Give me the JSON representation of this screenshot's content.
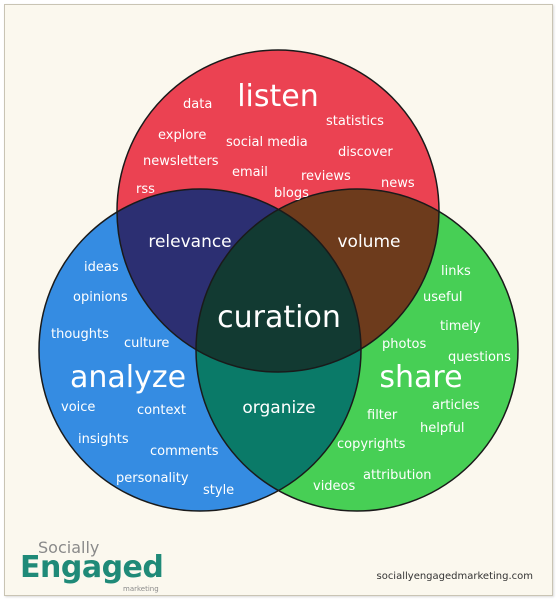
{
  "diagram": {
    "circles": {
      "listen": {
        "label": "listen",
        "color": "#e8283c",
        "words": [
          "data",
          "explore",
          "social media",
          "statistics",
          "discover",
          "newsletters",
          "email",
          "reviews",
          "rss",
          "blogs",
          "news"
        ]
      },
      "analyze": {
        "label": "analyze",
        "color": "#1f80e0",
        "words": [
          "ideas",
          "opinions",
          "thoughts",
          "culture",
          "voice",
          "context",
          "insights",
          "comments",
          "personality",
          "style"
        ]
      },
      "share": {
        "label": "share",
        "color": "#2ec840",
        "words": [
          "links",
          "useful",
          "timely",
          "photos",
          "questions",
          "articles",
          "filter",
          "helpful",
          "copyrights",
          "attribution",
          "videos"
        ]
      }
    },
    "overlaps": {
      "listen_analyze": "relevance",
      "listen_share": "volume",
      "analyze_share": "organize",
      "center": "curation"
    }
  },
  "footer": {
    "logo_top": "Socially",
    "logo_main": "Engaged",
    "logo_sub": "marketing",
    "url": "sociallyengagedmarketing.com"
  }
}
